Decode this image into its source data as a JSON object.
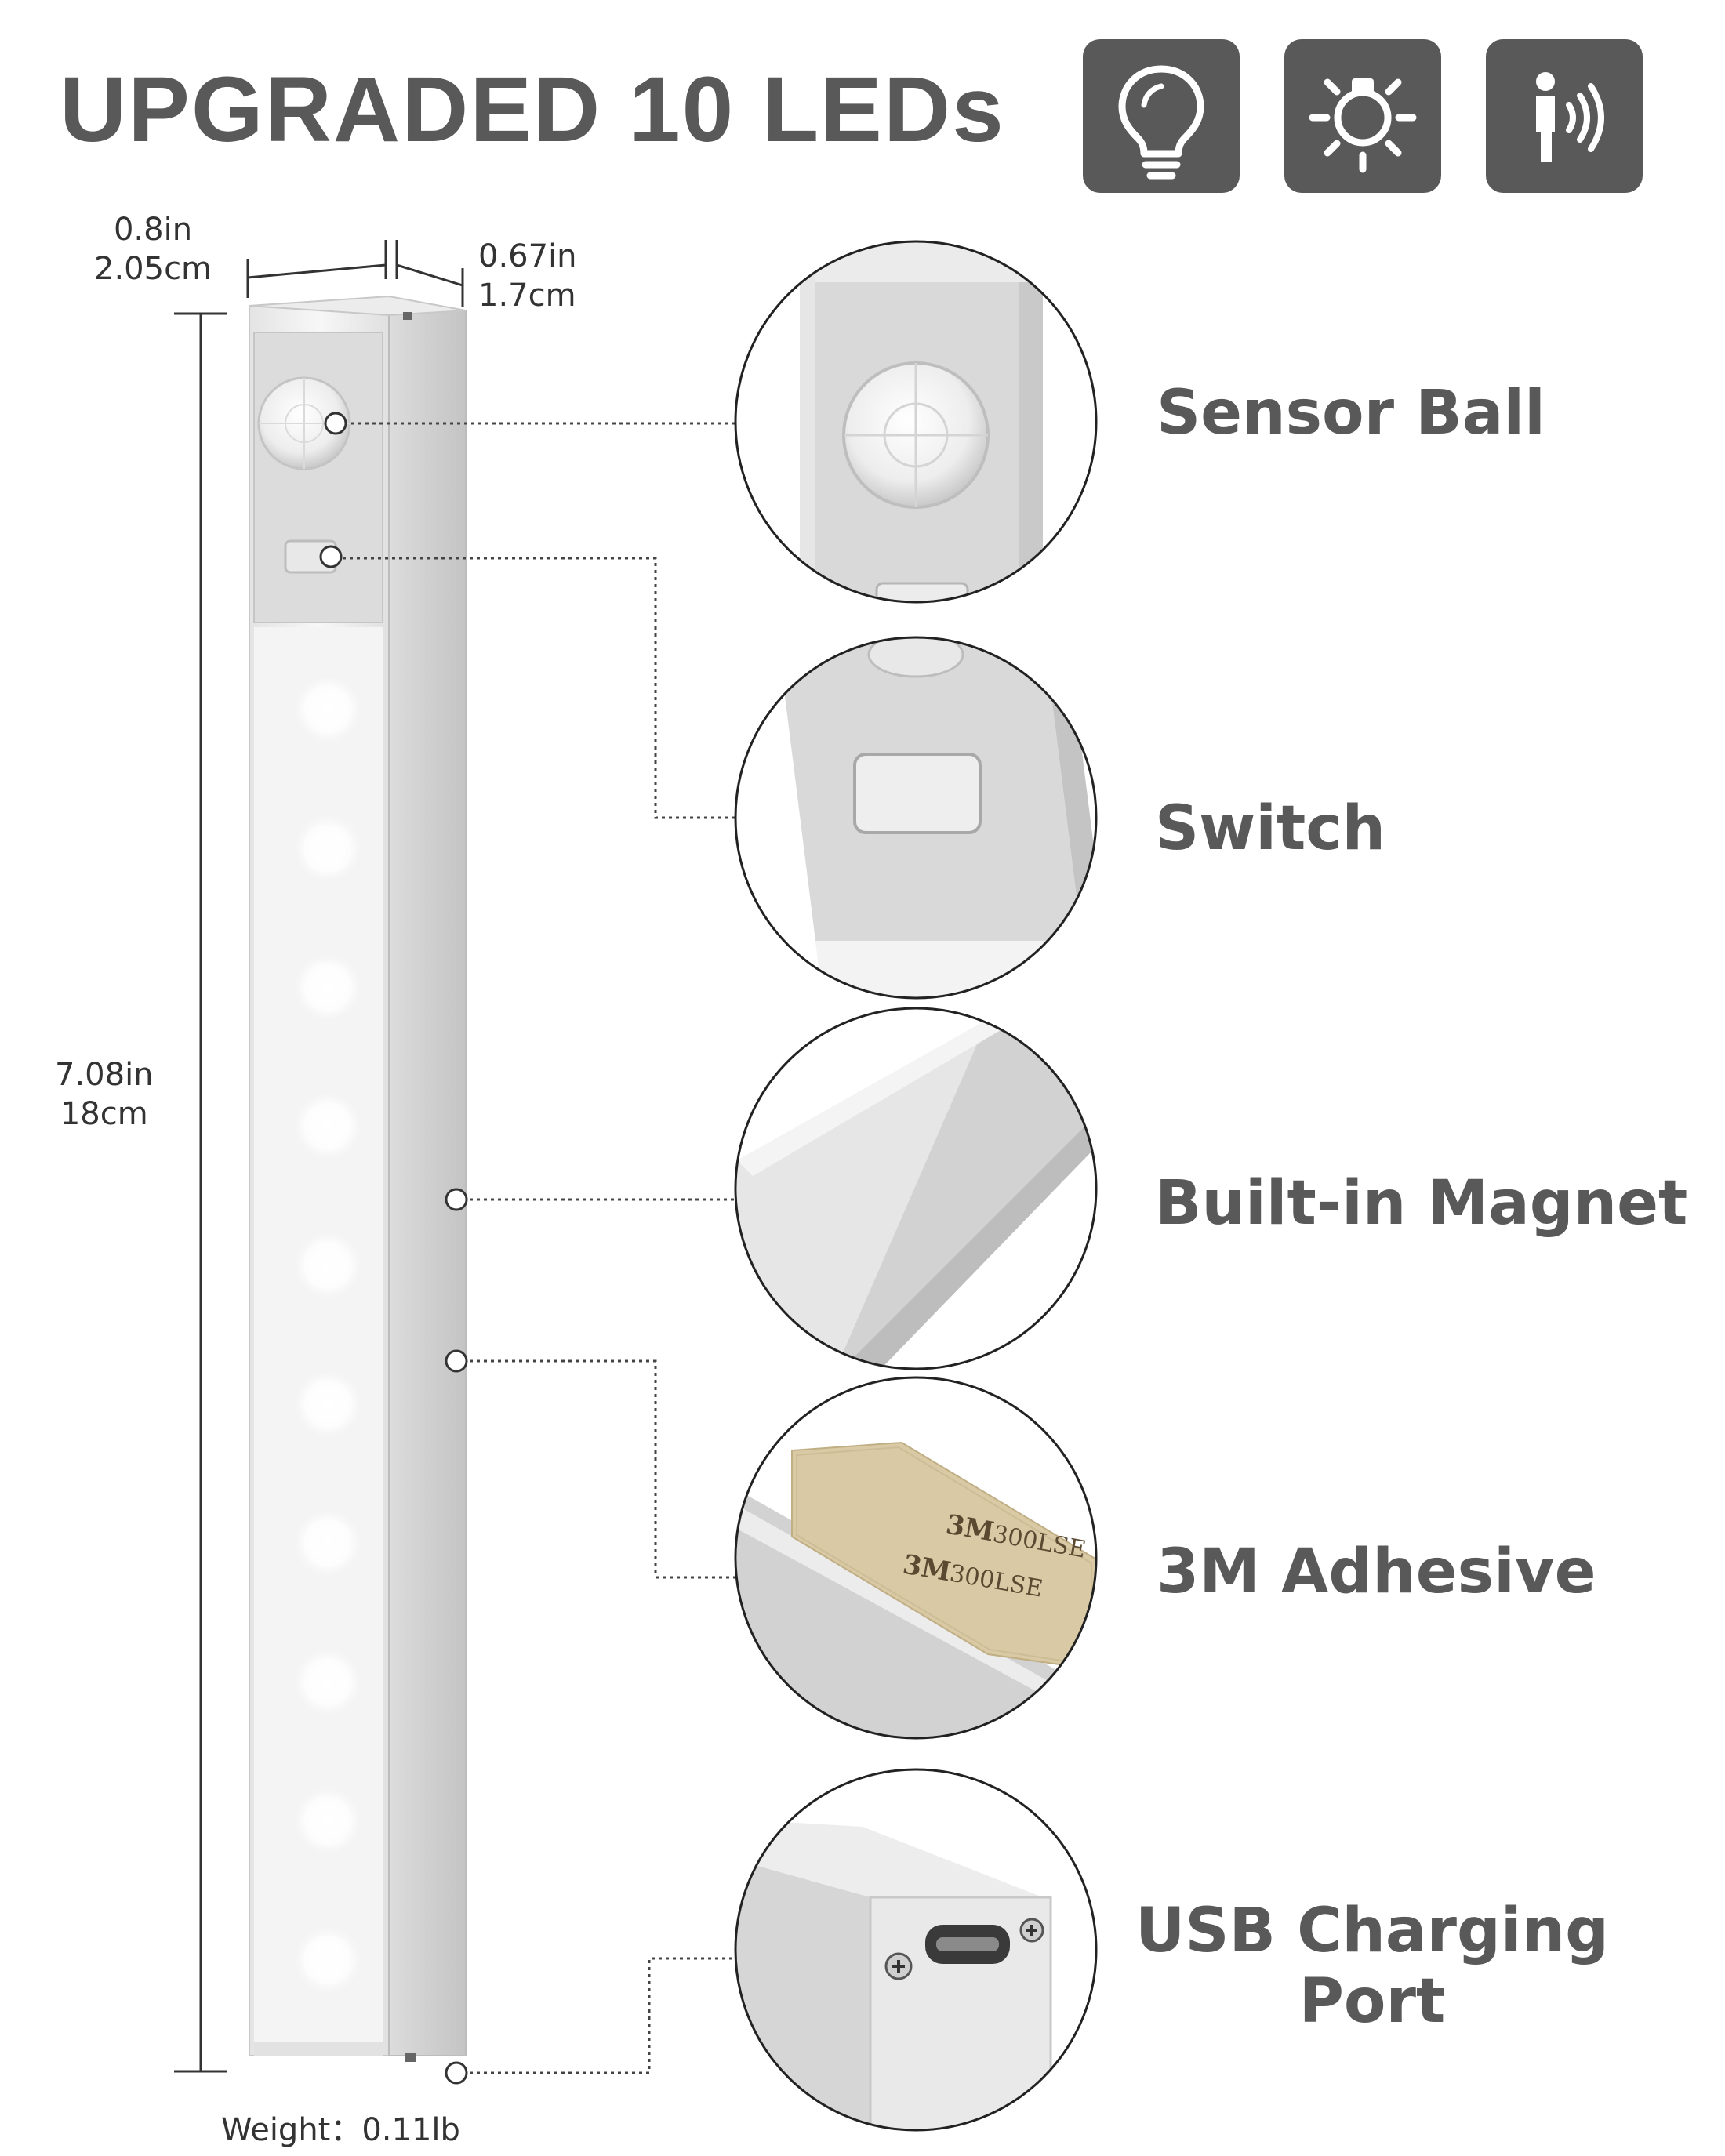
{
  "title": "UPGRADED 10 LEDs",
  "mode_icons": [
    "bulb-icon",
    "brightness-icon",
    "motion-sensor-icon"
  ],
  "dimensions": {
    "width_in": "0.8in",
    "width_cm": "2.05cm",
    "depth_in": "0.67in",
    "depth_cm": "1.7cm",
    "length_in": "7.08in",
    "length_cm": "18cm"
  },
  "weight": "Weight：0.11lb",
  "features": [
    {
      "label": "Sensor Ball"
    },
    {
      "label": "Switch"
    },
    {
      "label": "Built-in Magnet"
    },
    {
      "label": "3M Adhesive"
    },
    {
      "label_line1": "USB Charging",
      "label_line2": "Port"
    }
  ],
  "adhesive_print": [
    "3M",
    "300LSE"
  ],
  "led_count": 10,
  "colors": {
    "text_gray": "#595959",
    "icon_bg": "#595959",
    "silver": "#d6d6d6",
    "led_white": "#ffffff"
  }
}
